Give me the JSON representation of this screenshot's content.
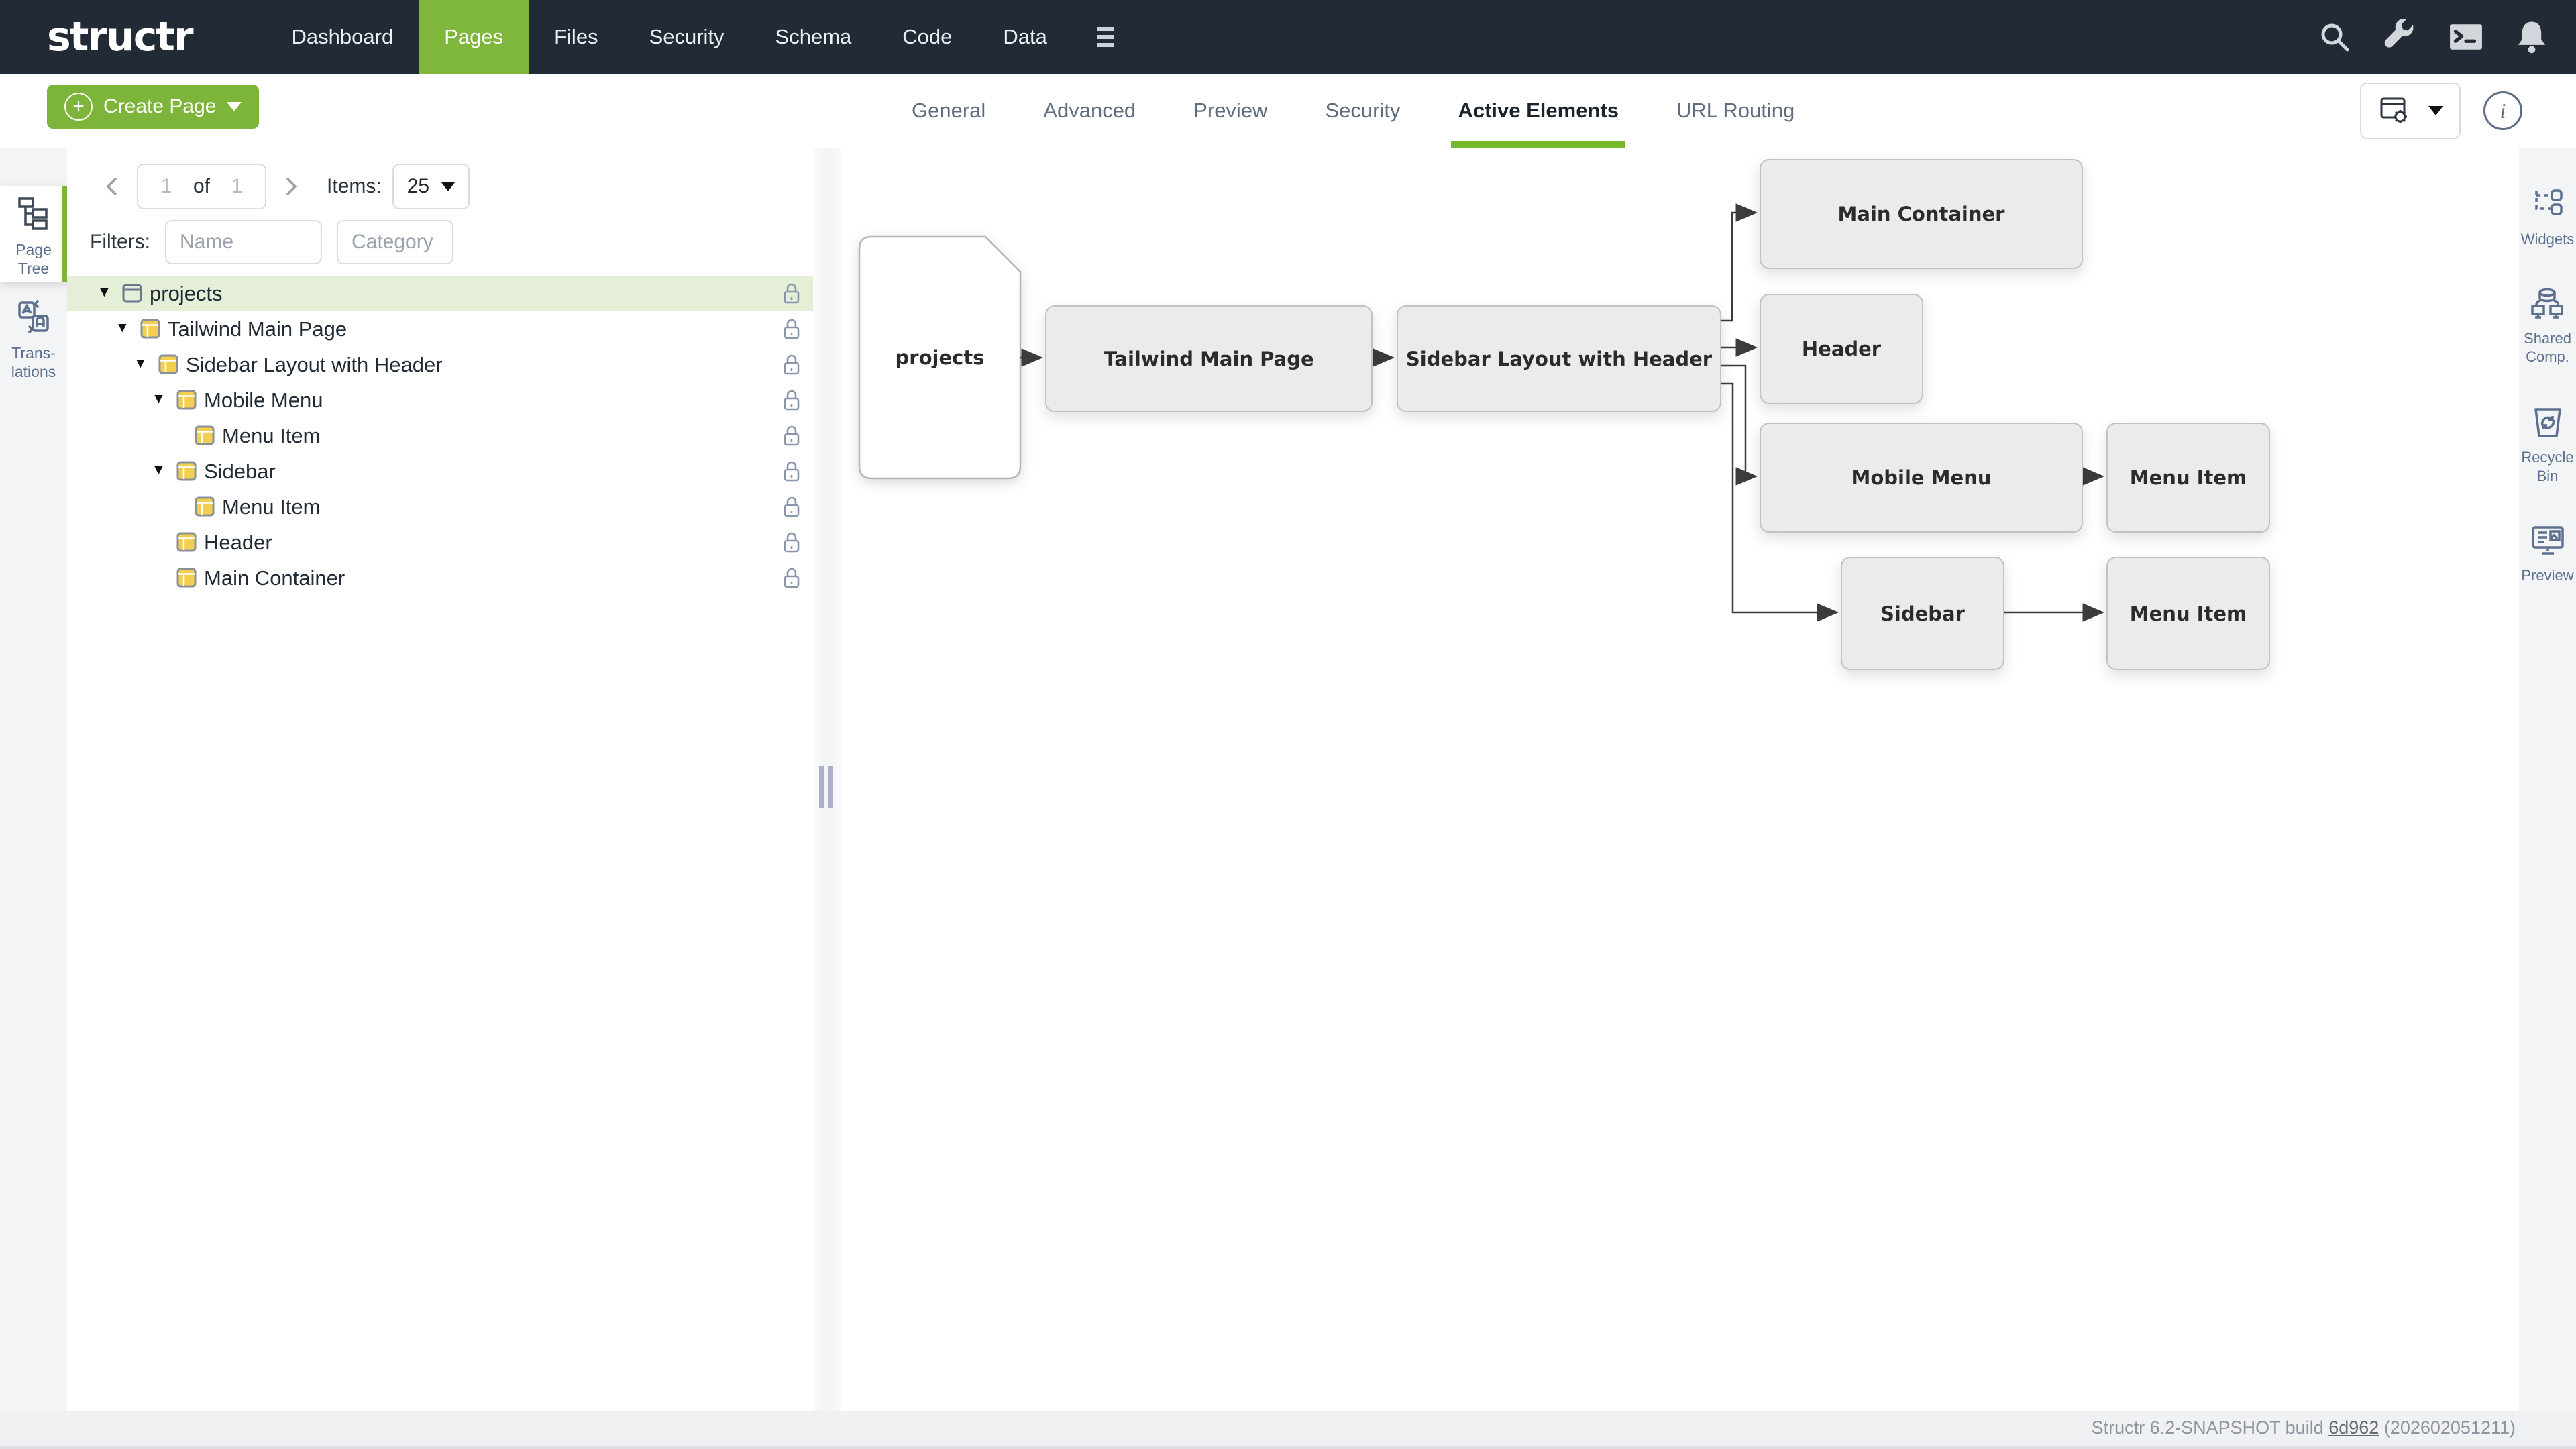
{
  "topnav": {
    "logo": "structr",
    "items": [
      {
        "label": "Dashboard",
        "active": false
      },
      {
        "label": "Pages",
        "active": true
      },
      {
        "label": "Files",
        "active": false
      },
      {
        "label": "Security",
        "active": false
      },
      {
        "label": "Schema",
        "active": false
      },
      {
        "label": "Code",
        "active": false
      },
      {
        "label": "Data",
        "active": false
      }
    ],
    "icons": [
      "search-icon",
      "wrench-icon",
      "terminal-icon",
      "bell-icon",
      "menu-icon"
    ]
  },
  "toolbar": {
    "create_button_label": "Create Page",
    "tabs": [
      {
        "label": "General",
        "active": false
      },
      {
        "label": "Advanced",
        "active": false
      },
      {
        "label": "Preview",
        "active": false
      },
      {
        "label": "Security",
        "active": false
      },
      {
        "label": "Active Elements",
        "active": true
      },
      {
        "label": "URL Routing",
        "active": false
      }
    ],
    "right_icons": [
      "page-settings-icon",
      "dropdown-caret",
      "info-icon"
    ]
  },
  "left_rail": {
    "items": [
      {
        "lines": [
          "Page",
          "Tree"
        ],
        "icon": "page-tree-icon",
        "active": true
      },
      {
        "lines": [
          "Trans-",
          "lations"
        ],
        "icon": "translations-icon",
        "active": false
      }
    ]
  },
  "tree_panel": {
    "pagination": {
      "page": "1",
      "of_label": "of",
      "total": "1",
      "items_label": "Items:",
      "items_value": "25"
    },
    "filters": {
      "label": "Filters:",
      "name_placeholder": "Name",
      "category_placeholder": "Category"
    },
    "tree": {
      "rows": [
        {
          "label": "projects",
          "level": 0,
          "expanded": true,
          "icon": "page",
          "selected": true,
          "locked": true
        },
        {
          "label": "Tailwind Main Page",
          "level": 1,
          "expanded": true,
          "icon": "layout",
          "selected": false,
          "locked": true
        },
        {
          "label": "Sidebar Layout with Header",
          "level": 2,
          "expanded": true,
          "icon": "layout",
          "selected": false,
          "locked": true
        },
        {
          "label": "Mobile Menu",
          "level": 3,
          "expanded": true,
          "icon": "layout",
          "selected": false,
          "locked": true
        },
        {
          "label": "Menu Item",
          "level": 4,
          "expanded": false,
          "icon": "layout",
          "selected": false,
          "locked": true
        },
        {
          "label": "Sidebar",
          "level": 3,
          "expanded": true,
          "icon": "layout",
          "selected": false,
          "locked": true
        },
        {
          "label": "Menu Item",
          "level": 4,
          "expanded": false,
          "icon": "layout",
          "selected": false,
          "locked": true
        },
        {
          "label": "Header",
          "level": 3,
          "expanded": false,
          "icon": "layout",
          "selected": false,
          "locked": true
        },
        {
          "label": "Main Container",
          "level": 3,
          "expanded": false,
          "icon": "layout",
          "selected": false,
          "locked": true
        }
      ]
    }
  },
  "canvas": {
    "nodes": [
      {
        "id": "projects",
        "label": "projects",
        "shape": "page"
      },
      {
        "id": "tailwind-main-page",
        "label": "Tailwind Main Page",
        "shape": "box"
      },
      {
        "id": "sidebar-layout-with-header",
        "label": "Sidebar Layout with Header",
        "shape": "box"
      },
      {
        "id": "main-container",
        "label": "Main Container",
        "shape": "box"
      },
      {
        "id": "header",
        "label": "Header",
        "shape": "box"
      },
      {
        "id": "mobile-menu",
        "label": "Mobile Menu",
        "shape": "box"
      },
      {
        "id": "menu-item-1",
        "label": "Menu Item",
        "shape": "box"
      },
      {
        "id": "sidebar",
        "label": "Sidebar",
        "shape": "box"
      },
      {
        "id": "menu-item-2",
        "label": "Menu Item",
        "shape": "box"
      }
    ],
    "edges": [
      [
        "projects",
        "tailwind-main-page"
      ],
      [
        "tailwind-main-page",
        "sidebar-layout-with-header"
      ],
      [
        "sidebar-layout-with-header",
        "main-container"
      ],
      [
        "sidebar-layout-with-header",
        "header"
      ],
      [
        "sidebar-layout-with-header",
        "mobile-menu"
      ],
      [
        "sidebar-layout-with-header",
        "sidebar"
      ],
      [
        "mobile-menu",
        "menu-item-1"
      ],
      [
        "sidebar",
        "menu-item-2"
      ]
    ]
  },
  "right_rail": {
    "items": [
      {
        "lines": [
          "Widgets"
        ],
        "icon": "widgets-icon"
      },
      {
        "lines": [
          "Shared",
          "Comp."
        ],
        "icon": "shared-components-icon"
      },
      {
        "lines": [
          "Recycle",
          "Bin"
        ],
        "icon": "recycle-bin-icon"
      },
      {
        "lines": [
          "Preview"
        ],
        "icon": "preview-icon"
      }
    ]
  },
  "statusbar": {
    "prefix": "Structr 6.2-SNAPSHOT build ",
    "build_link": "6d962",
    "suffix": " (202602051211)"
  },
  "colors": {
    "accent_green": "#7cb53a",
    "topbar_bg": "#222b35",
    "selected_row_bg": "#e5eed7",
    "node_fill": "#ebebeb",
    "rail_text": "#5d6f8f"
  }
}
